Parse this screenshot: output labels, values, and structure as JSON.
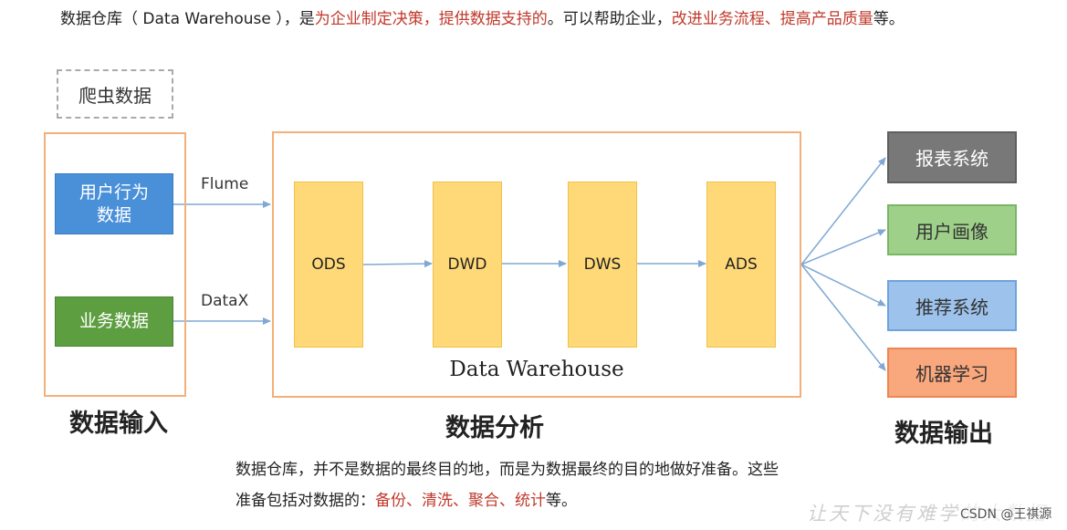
{
  "intro": {
    "part1": "数据仓库（ Data Warehouse ），是",
    "part2": "为企业制定决策，提供数据支持的",
    "part3": "。可以帮助企业，",
    "part4": "改进业务流程、提高产品质量",
    "part5": "等。"
  },
  "inputs": {
    "crawler": "爬虫数据",
    "user_behavior": [
      "用户行为",
      "数据"
    ],
    "business": "业务数据",
    "section_label": "数据输入"
  },
  "tools": {
    "flume": "Flume",
    "datax": "DataX"
  },
  "warehouse": {
    "layers": [
      "ODS",
      "DWD",
      "DWS",
      "ADS"
    ],
    "caption": "Data Warehouse",
    "section_label": "数据分析"
  },
  "outputs": {
    "items": [
      "报表系统",
      "用户画像",
      "推荐系统",
      "机器学习"
    ],
    "section_label": "数据输出"
  },
  "note": {
    "line1": "数据仓库，并不是数据的最终目的地，而是为数据最终的目的地做好准备。这些",
    "line2_prefix": "准备包括对数据的：",
    "line2_highlight": "备份、清洗、聚合、统计",
    "line2_suffix": "等。"
  },
  "watermark": {
    "text": "CSDN @王祺源",
    "script_text": "让天下没有难学的大数据"
  },
  "colors": {
    "highlight_red": "#c0392b",
    "arrow": "#7fa8d4",
    "layer_fill": "#ffd977",
    "frame_orange": "#f3b07a"
  }
}
